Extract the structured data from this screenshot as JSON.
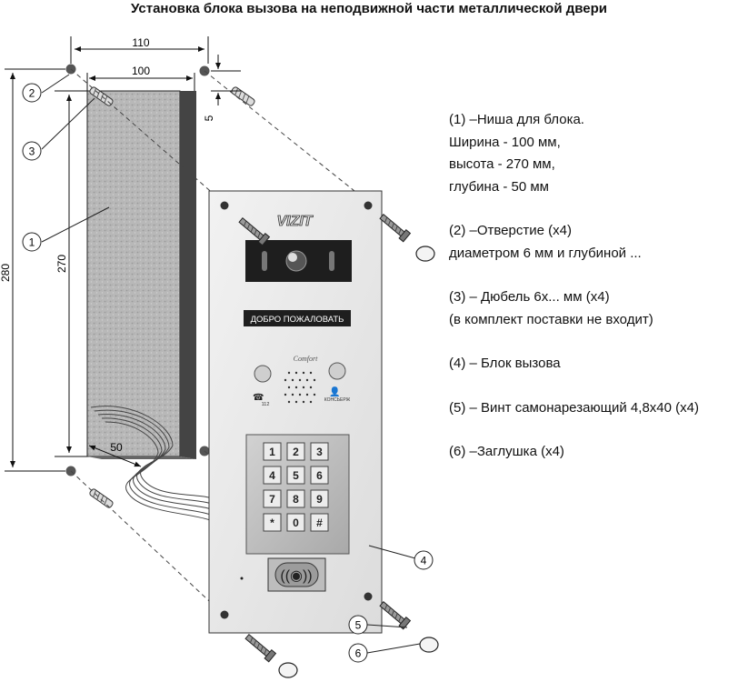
{
  "title": "Установка блока вызова на неподвижной части металлической двери",
  "dimensions": {
    "width_outer": "110",
    "width_niche": "100",
    "gap_top": "5",
    "height_outer": "280",
    "height_niche": "270",
    "depth": "50"
  },
  "callouts": [
    "1",
    "2",
    "3",
    "4",
    "5",
    "6"
  ],
  "panel": {
    "brand": "VIZIT",
    "welcome": "ДОБРО ПОЖАЛОВАТЬ",
    "script_logo": "Comfort",
    "button_left_label": "112",
    "button_right_label": "КОНСЬЕРЖ",
    "keys": [
      "1",
      "2",
      "3",
      "4",
      "5",
      "6",
      "7",
      "8",
      "9",
      "*",
      "0",
      "#"
    ]
  },
  "legend": [
    {
      "lines": [
        "(1) –Ниша  для блока.",
        "Ширина - 100 мм,",
        "высота - 270 мм,",
        "глубина - 50 мм"
      ]
    },
    {
      "lines": [
        "(2) –Отверстие  (х4)",
        "диаметром 6 мм и глубиной ..."
      ]
    },
    {
      "lines": [
        "(3) – Дюбель 6х... мм (х4)",
        "(в комплект поставки не входит)"
      ]
    },
    {
      "lines": [
        "(4) – Блок вызова"
      ]
    },
    {
      "lines": [
        "(5) – Винт самонарезающий 4,8х40 (х4)"
      ]
    },
    {
      "lines": [
        "(6) –Заглушка (х4)"
      ]
    }
  ],
  "colors": {
    "niche": "#b5b5b5",
    "panel": "#e4e4e4",
    "keypad": "#bdbdbd",
    "dark": "#1e1e1e"
  }
}
